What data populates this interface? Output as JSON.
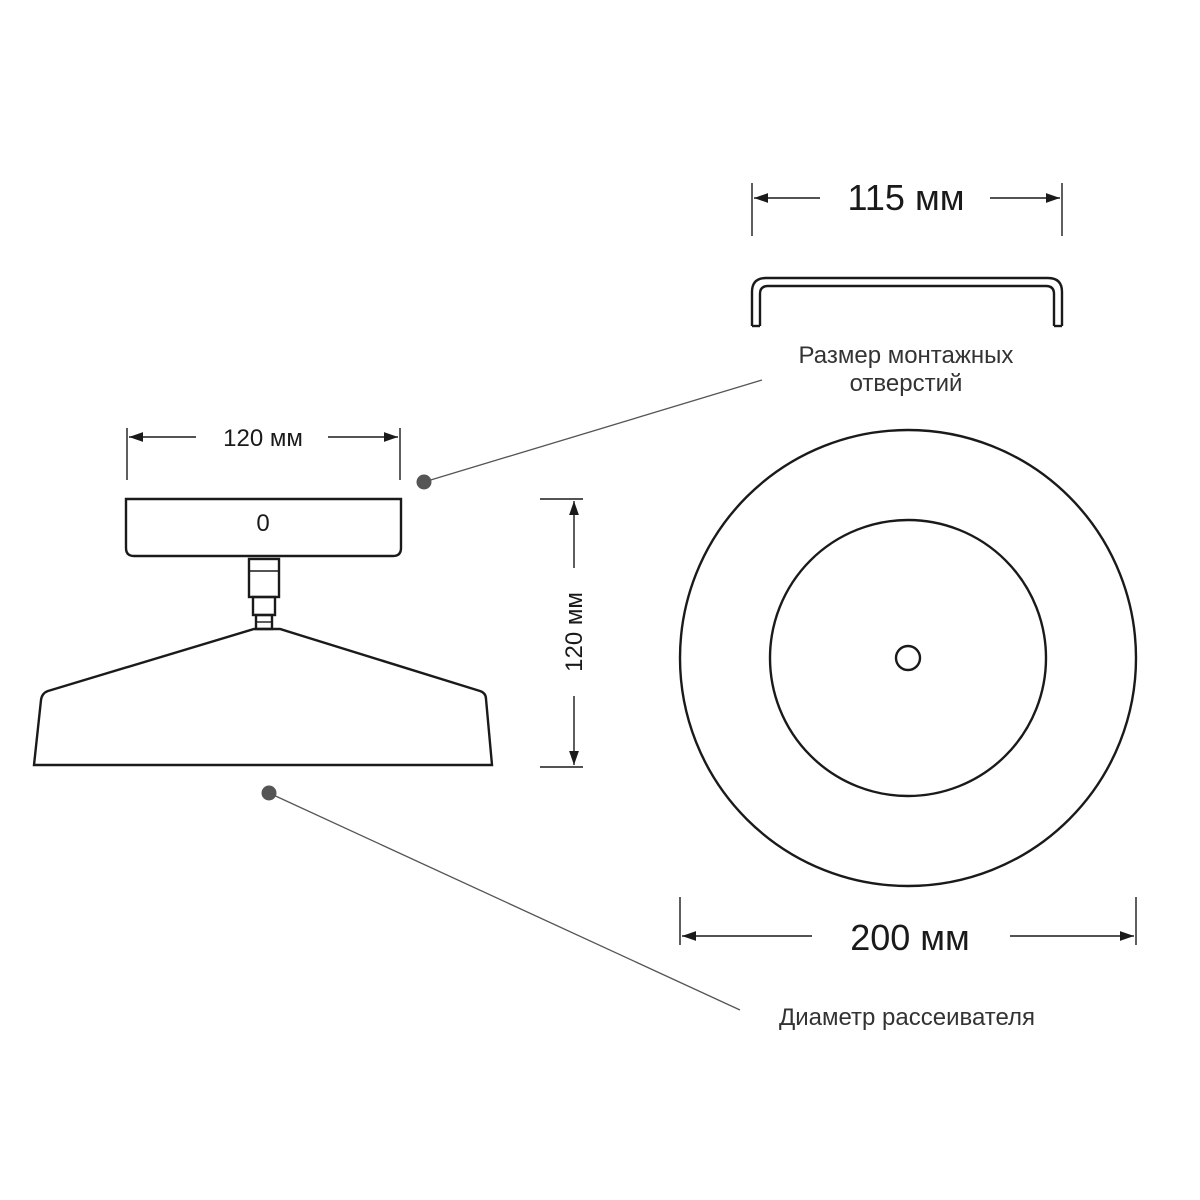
{
  "dimensions": {
    "mount_holes_width": "115 мм",
    "canopy_width": "120 мм",
    "height": "120 мм",
    "diffuser_diameter": "200 мм"
  },
  "canopy_mark": "0",
  "callouts": {
    "mount_holes_line1": "Размер монтажных",
    "mount_holes_line2": "отверстий",
    "diffuser": "Диаметр рассеивателя"
  },
  "colors": {
    "line": "#1a1a1a",
    "leader": "#555555",
    "dot": "#555555"
  }
}
